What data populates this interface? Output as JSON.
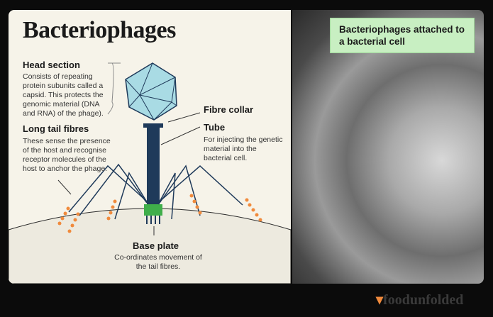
{
  "title": "Bacteriophages",
  "head": {
    "heading": "Head section",
    "body": "Consists of repeating protein subunits called a capsid. This protects the genomic material (DNA and RNA) of the phage)."
  },
  "fibres": {
    "heading": "Long tail fibres",
    "body": "These sense the presence of the host and recognise receptor molecules of the host to anchor the phage."
  },
  "collar": {
    "heading": "Fibre collar"
  },
  "tube": {
    "heading": "Tube",
    "body": "For injecting the genetic material into the bacterial cell."
  },
  "base": {
    "heading": "Base plate",
    "body": "Co-ordinates movement of the tail fibres."
  },
  "photo_label": "Bacteriophages attached to a bacterial cell",
  "logo": "foodunfolded",
  "colors": {
    "capsid": "#a9dbe4",
    "tail": "#1f3a5a",
    "base": "#3fae4a",
    "dots": "#f08a3c",
    "label_bg": "#c8efc2"
  }
}
